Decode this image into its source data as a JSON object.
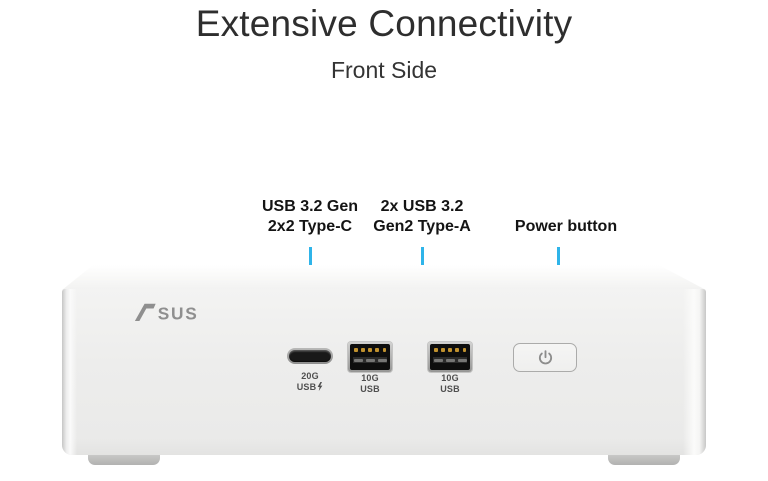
{
  "header": {
    "title": "Extensive Connectivity",
    "subtitle": "Front Side"
  },
  "colors": {
    "accent_blue": "#2fb4e9",
    "heading_text": "#2e2e2e",
    "callout_text": "#141414",
    "logo_gray": "#8f8f8f",
    "port_badge_text": "#4f4f4f",
    "chassis_face": "#ededec",
    "background": "#ffffff"
  },
  "callouts": [
    {
      "id": "usb-c",
      "lines": [
        "USB 3.2 Gen",
        "2x2 Type-C"
      ]
    },
    {
      "id": "usb-a",
      "lines": [
        "2x USB 3.2",
        "Gen2 Type-A"
      ]
    },
    {
      "id": "power",
      "lines": [
        "Power button"
      ]
    }
  ],
  "device": {
    "brand": "ASUS",
    "brand_rest": "SUS",
    "ports": [
      {
        "type": "usb-c",
        "badge_line1": "20G",
        "badge_line2": "USB",
        "badge_icon": "lightning"
      },
      {
        "type": "usb-a",
        "badge_line1": "10G",
        "badge_line2": "USB"
      },
      {
        "type": "usb-a",
        "badge_line1": "10G",
        "badge_line2": "USB"
      }
    ],
    "power_button": {
      "icon": "power-symbol"
    }
  }
}
